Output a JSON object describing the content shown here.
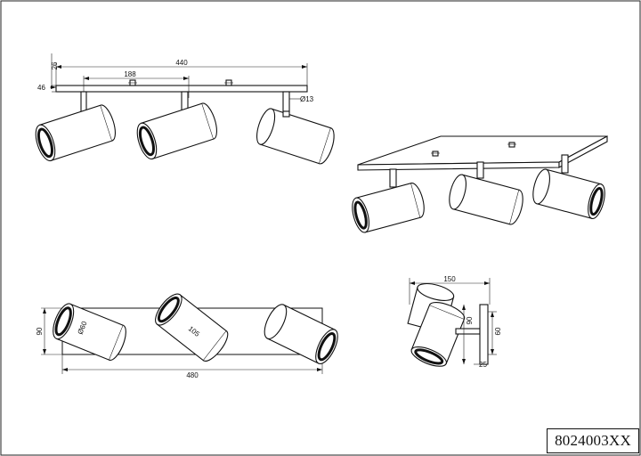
{
  "drawing": {
    "product_code": "8024003XX",
    "front_view": {
      "overall_width": "440",
      "spot_spacing": "188",
      "plate_thickness": "26",
      "total_height_offset": "46",
      "stem_diameter": "Ø13"
    },
    "top_view": {
      "overall_length": "480",
      "depth": "90",
      "head_diameter": "Ø60",
      "head_length": "105"
    },
    "side_view": {
      "projection": "150",
      "height": "90",
      "plate_height": "60",
      "plate_width": "25"
    }
  }
}
